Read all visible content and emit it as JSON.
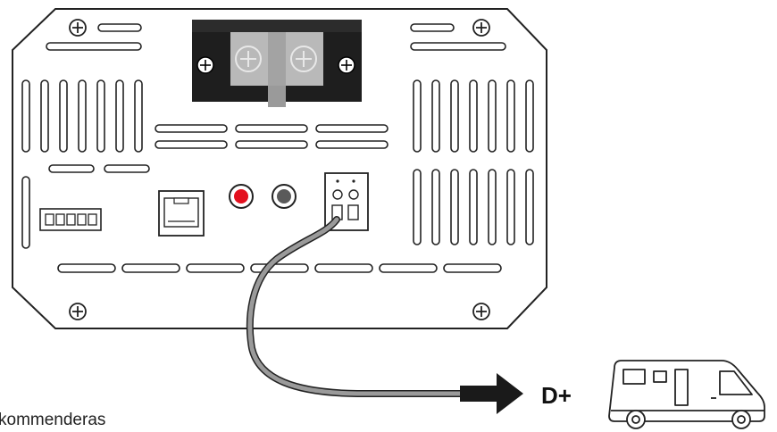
{
  "labels": {
    "d_plus": "D+",
    "caption_fragment": "kommenderas"
  },
  "icons": {
    "panel": "device-back-panel",
    "terminal": "battery-terminal-block",
    "network": "rj45-port",
    "dip": "dip-switch",
    "connector": "d-plus-connector",
    "vehicle": "camper-van-icon",
    "arrow": "arrow-right-icon"
  },
  "colors": {
    "outline": "#222222",
    "red_port": "#e3101e",
    "terminal_dark": "#1e1e1e",
    "terminal_mid": "#b9b9b9",
    "cable": "#9a9a9a",
    "arrow": "#1a1a1a"
  }
}
